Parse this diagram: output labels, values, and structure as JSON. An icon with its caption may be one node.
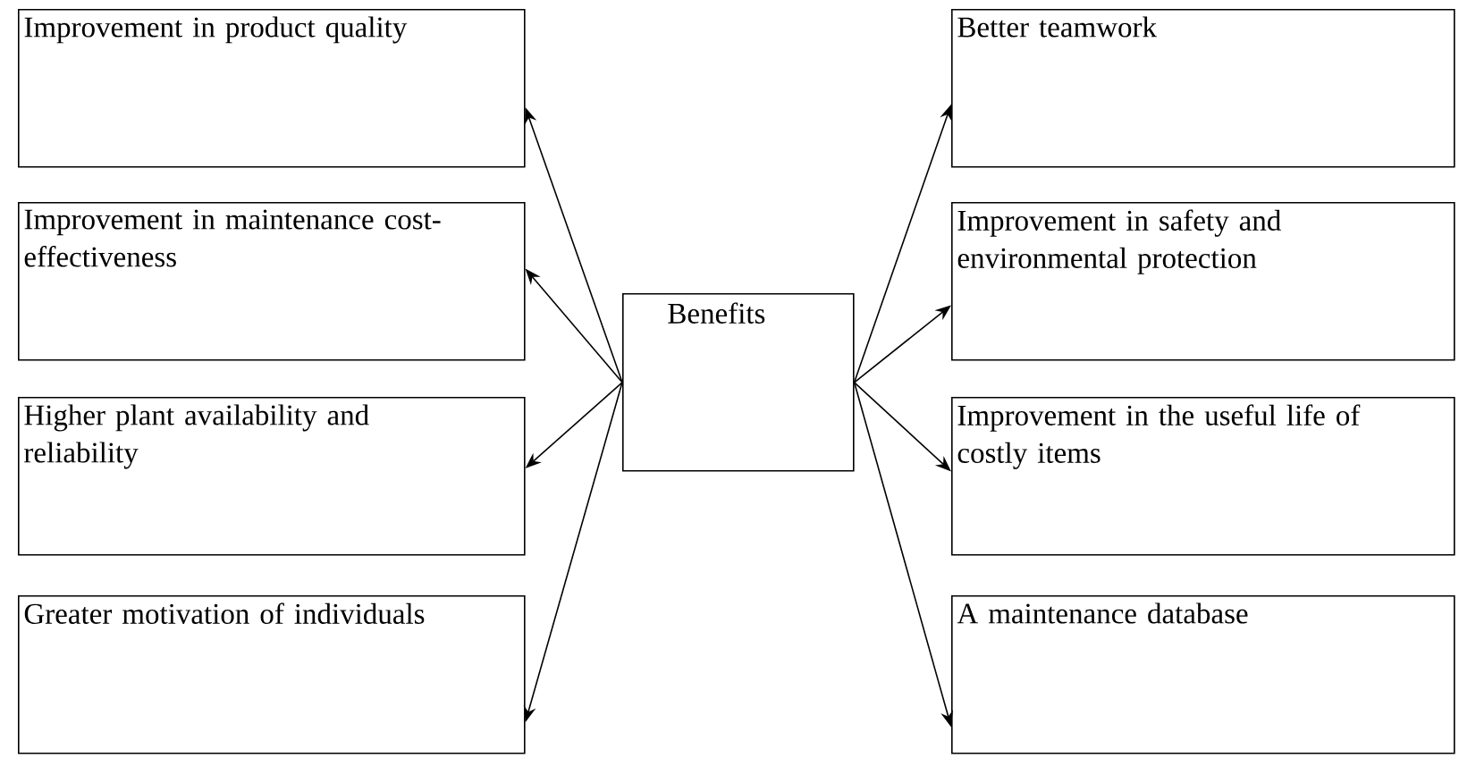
{
  "diagram": {
    "nodes": [
      {
        "text": [
          "Improvement in product quality"
        ]
      },
      {
        "text": [
          "Improvement in maintenance cost-effectiveness"
        ]
      },
      {
        "text": [
          "Higher plant availability and reliability"
        ]
      },
      {
        "text": [
          "Greater motivation of individuals"
        ]
      },
      {
        "text": [
          "Benefits"
        ]
      },
      {
        "text": [
          "Better teamwork"
        ]
      },
      {
        "text": [
          "Improvement in safety and environmental protection"
        ]
      },
      {
        "text": [
          "Improvement in the useful life of costly items"
        ]
      },
      {
        "text": [
          "A maintenance database"
        ]
      }
    ],
    "edges": [
      {
        "from": 4,
        "to": 0,
        "arrow": "to"
      },
      {
        "from": 4,
        "to": 1,
        "arrow": "to"
      },
      {
        "from": 4,
        "to": 2,
        "arrow": "to"
      },
      {
        "from": 4,
        "to": 3,
        "arrow": "to"
      },
      {
        "from": 4,
        "to": 5,
        "arrow": "to"
      },
      {
        "from": 4,
        "to": 6,
        "arrow": "to"
      },
      {
        "from": 4,
        "to": 7,
        "arrow": "to"
      },
      {
        "from": 4,
        "to": 8,
        "arrow": "to"
      }
    ]
  }
}
